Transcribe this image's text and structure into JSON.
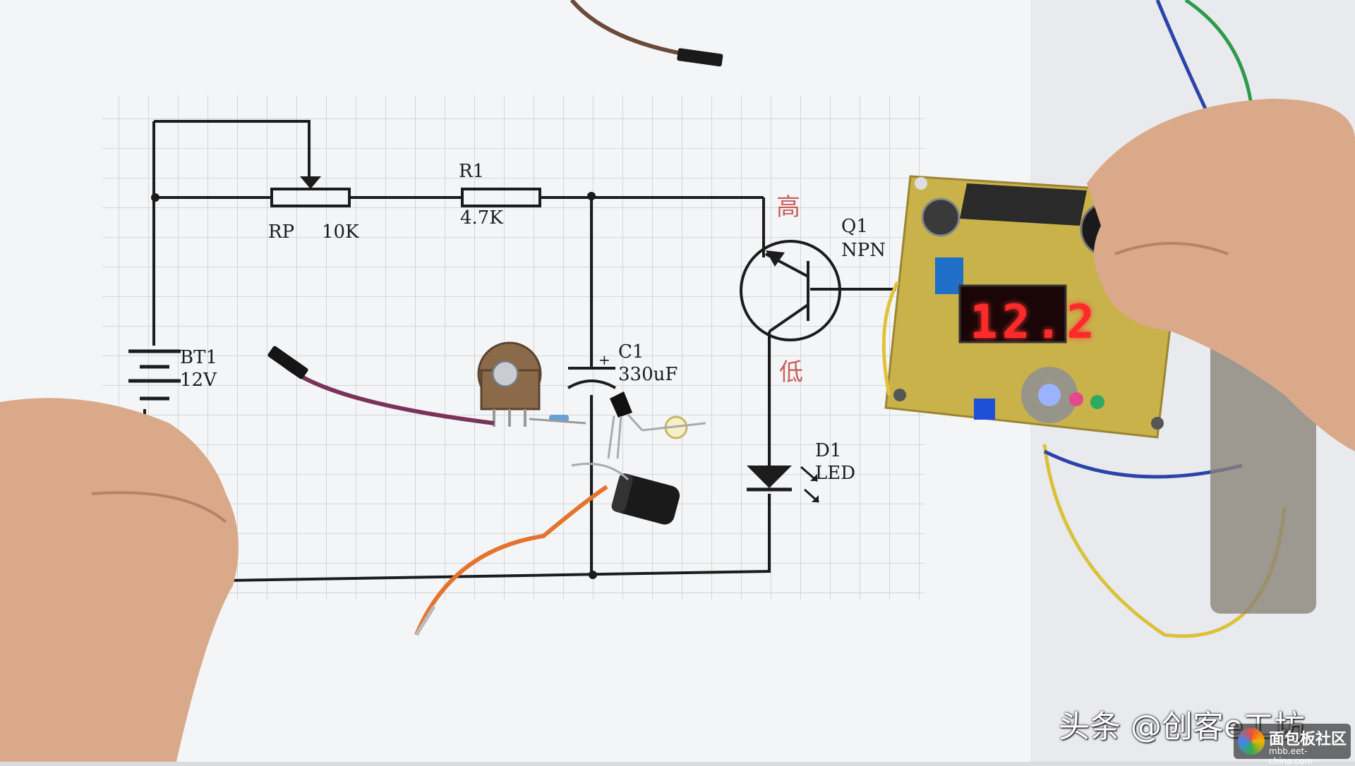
{
  "schematic": {
    "rp_name": "RP",
    "rp_value": "10K",
    "r1_name": "R1",
    "r1_value": "4.7K",
    "bt1_name": "BT1",
    "bt1_value": "12V",
    "c1_name": "C1",
    "c1_value": "330uF",
    "c1_polarity": "+",
    "q1_name": "Q1",
    "q1_type": "NPN",
    "d1_name": "D1",
    "d1_type": "LED",
    "note_high": "高",
    "note_low": "低"
  },
  "power_supply": {
    "display_reading": "12.2"
  },
  "watermark": {
    "caption": "头条 @创客e工坊",
    "site_name": "面包板社区",
    "site_url": "mbb.eet-china.com"
  },
  "colors": {
    "paper": "#f4f5f7",
    "grid": "#b9bdc6",
    "ink": "#1c1c1c",
    "pcb": "#c9b24a",
    "led_blue": "#3a5bff",
    "display_red": "#ff2a2a",
    "skin": "#d9a98a"
  }
}
